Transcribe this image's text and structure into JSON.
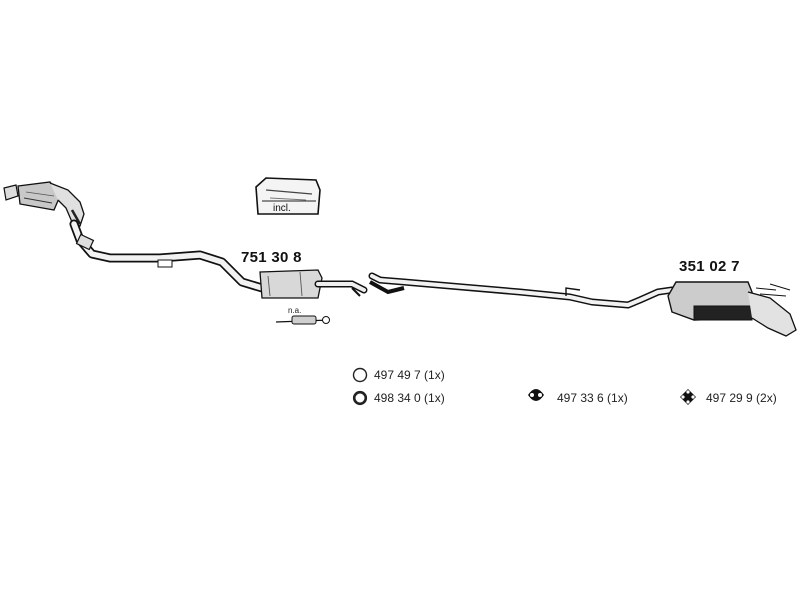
{
  "parts": {
    "front_pipe_number": "751 30 8",
    "rear_silencer_number": "351 02 7",
    "included_label": "incl.",
    "sensor_note": "n.a."
  },
  "legend": [
    {
      "icon": "o-ring-thin-icon",
      "text": "497 49 7 (1x)"
    },
    {
      "icon": "o-ring-thick-icon",
      "text": "498 34 0 (1x)"
    },
    {
      "icon": "rubber-mount-2-hole-icon",
      "text": "497 33 6 (1x)"
    },
    {
      "icon": "rubber-mount-4-hole-icon",
      "text": "497 29 9 (2x)"
    }
  ]
}
